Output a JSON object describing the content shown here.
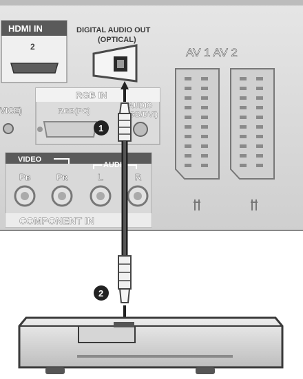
{
  "panel": {
    "hdmi_label": "HDMI IN",
    "hdmi_number": "2",
    "digital_audio_out": "DIGITAL AUDIO OUT",
    "optical": "(OPTICAL)",
    "av_labels": "AV 1  AV 2",
    "rgb_in": "RGB IN",
    "rgb_pc": "RGB(PC)",
    "audio": "AUDIO",
    "audio_sub": "(RGB/DVI)",
    "device_fragment": "VICE)",
    "video": "VIDEO",
    "audio_component": "AUDIO",
    "pb": "Pʙ",
    "pr": "Pʀ",
    "l": "L",
    "r": "R",
    "component_in": "COMPONENT IN"
  },
  "steps": {
    "step1": "1",
    "step2": "2"
  },
  "colors": {
    "panel": "#d8d8d8",
    "dark": "#3a3a3a",
    "label_text": "#ffffff"
  }
}
